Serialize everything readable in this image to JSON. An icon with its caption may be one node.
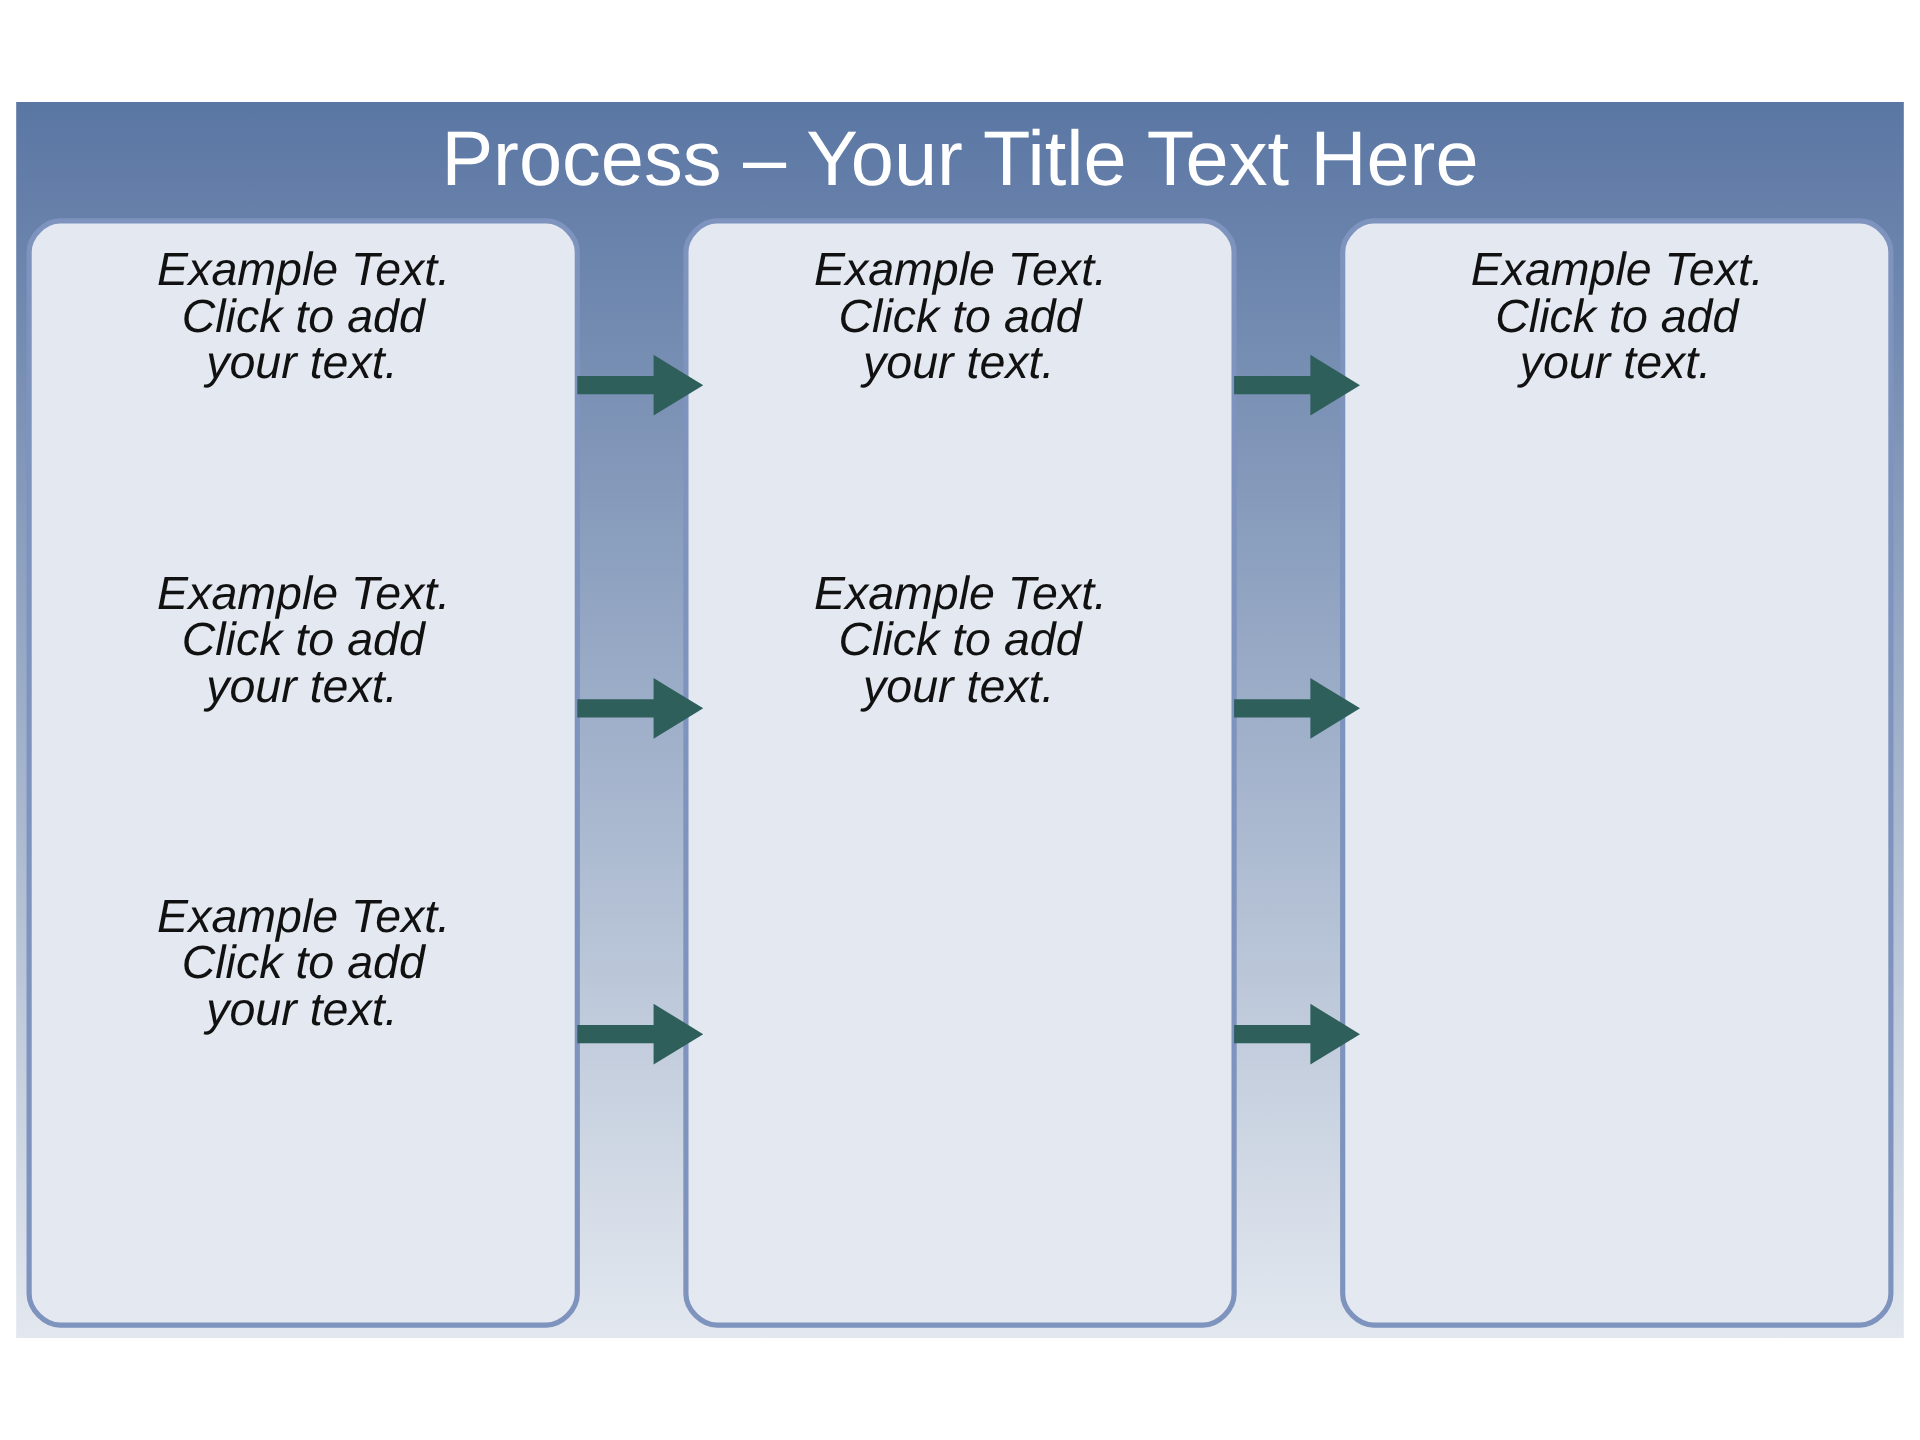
{
  "diagram": {
    "title": "Process – Your Title Text Here",
    "nodes": [
      {
        "text": [
          "Example Text. Click to add your text.",
          "Example Text. Click to add your text.",
          "Example Text. Click to add your text."
        ]
      },
      {
        "text": [
          "Example Text. Click to add your text.",
          "Example Text. Click to add your text."
        ]
      },
      {
        "text": [
          "Example Text. Click to add your text."
        ]
      }
    ],
    "edges": [
      {
        "from": 0,
        "to": 1,
        "arrow": "to"
      },
      {
        "from": 0,
        "to": 1,
        "arrow": "to"
      },
      {
        "from": 0,
        "to": 1,
        "arrow": "to"
      },
      {
        "from": 1,
        "to": 2,
        "arrow": "to"
      },
      {
        "from": 1,
        "to": 2,
        "arrow": "to"
      },
      {
        "from": 1,
        "to": 2,
        "arrow": "to"
      }
    ]
  }
}
